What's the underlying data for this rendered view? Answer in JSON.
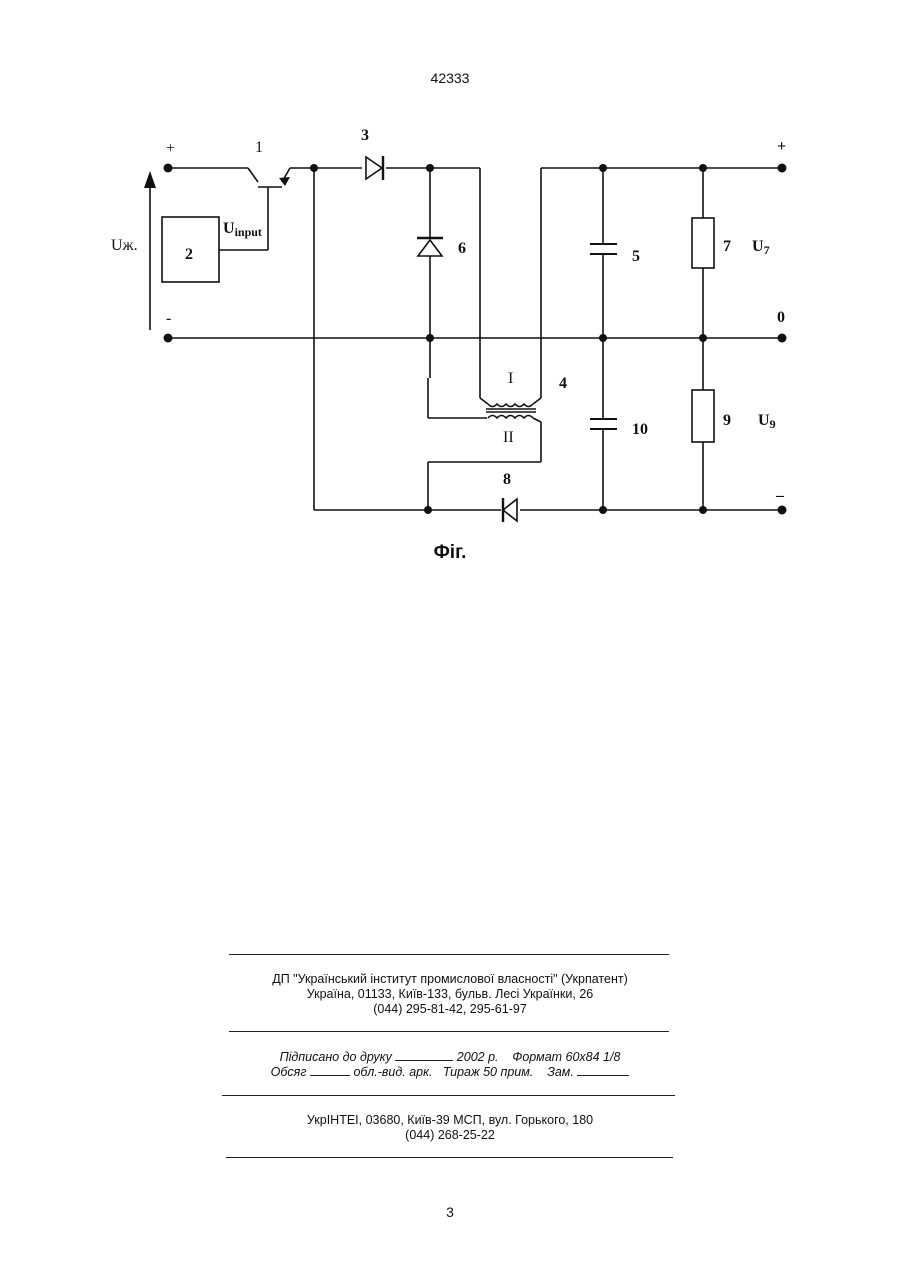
{
  "header": {
    "patent_number": "42333"
  },
  "figure": {
    "caption": "Фіг.",
    "labels": {
      "transistor": "1",
      "control_block": "2",
      "diode_top": "3",
      "transformer": "4",
      "capacitor_top": "5",
      "diode_mid": "6",
      "resistor_top": "7",
      "diode_bottom": "8",
      "resistor_bottom": "9",
      "capacitor_bottom": "10",
      "input_voltage": "Uж.",
      "input_plus": "+",
      "input_minus": "-",
      "control_signal": "U",
      "control_signal_sub": "input",
      "winding_1": "I",
      "winding_2": "II",
      "output_plus": "+",
      "output_zero": "0",
      "output_minus": "–",
      "u7": "U",
      "u7_sub": "7",
      "u9": "U",
      "u9_sub": "9"
    }
  },
  "imprint": {
    "publisher_line1": "ДП \"Український інститут промислової власності\" (Укрпатент)",
    "publisher_line2": "Україна, 01133, Київ-133, бульв. Лесі Українки, 26",
    "publisher_line3": "(044) 295-81-42, 295-61-97",
    "signed_label": "Підписано до друку",
    "signed_year": "2002 р.",
    "format": "Формат 60х84 1/8",
    "volume_label": "Обсяг",
    "volume_units": "обл.-вид. арк.",
    "circulation": "Тираж 50 прим.",
    "order_label": "Зам.",
    "printer_line1": "УкрІНТЕІ, 03680, Київ-39 МСП, вул. Горького, 180",
    "printer_line2": "(044) 268-25-22"
  },
  "footer": {
    "page_number": "3"
  }
}
